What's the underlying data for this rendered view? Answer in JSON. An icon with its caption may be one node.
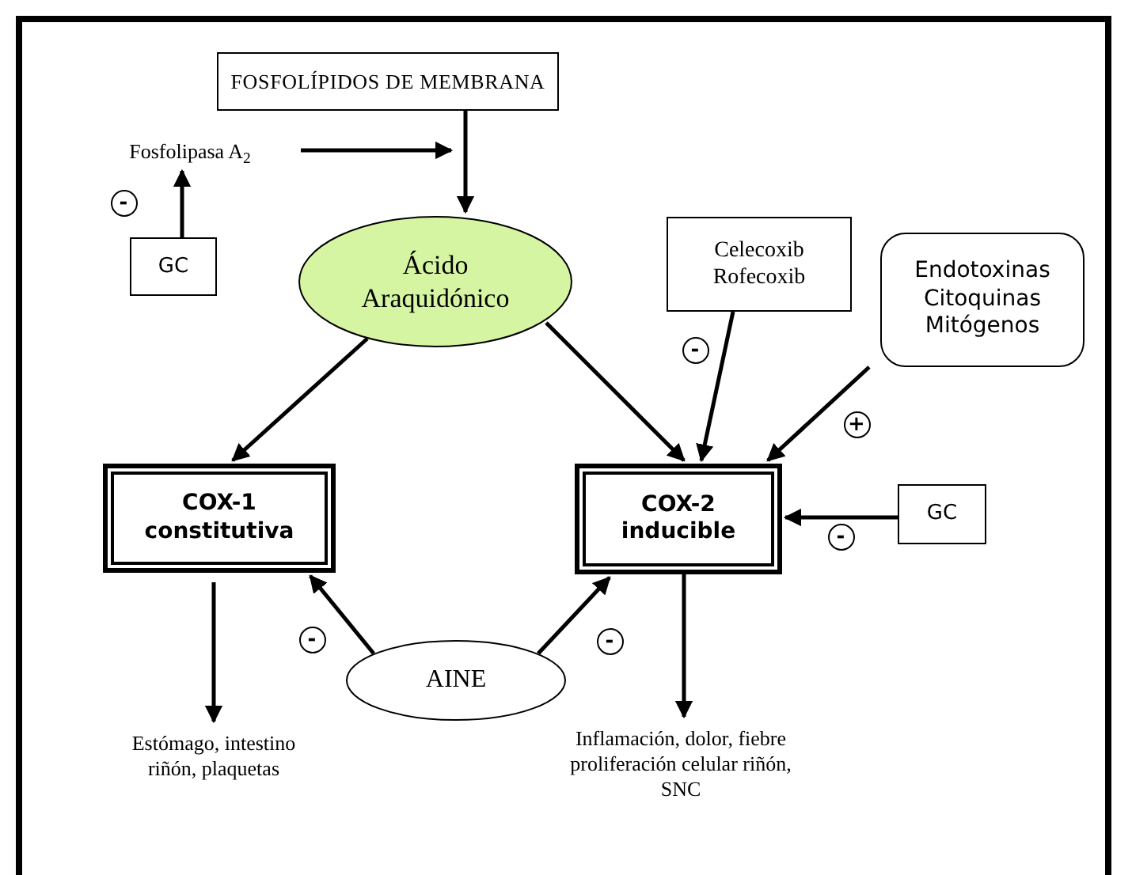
{
  "diagram": {
    "nodes": [
      {
        "text": [
          "FOSFOLÍPIDOS DE MEMBRANA"
        ]
      },
      {
        "text": [
          "Fosfolipasa A$_{2}$"
        ]
      },
      {
        "text": [
          "GC"
        ]
      },
      {
        "text": [
          "Ácido Araquidónico"
        ]
      },
      {
        "text": [
          "Celecoxib Rofecoxib"
        ]
      },
      {
        "text": [
          "Endotoxinas Citoquinas Mitógenos"
        ]
      },
      {
        "text": [
          "COX-1 constitutiva"
        ]
      },
      {
        "text": [
          "COX-2 inducible"
        ]
      },
      {
        "text": [
          "GC"
        ]
      },
      {
        "text": [
          "AINE"
        ]
      },
      {
        "text": [
          "Estómago, intestino riñón, plaquetas"
        ]
      },
      {
        "text": [
          "Inflamación, dolor, fiebre proliferación celular riñón, SNC"
        ]
      }
    ],
    "edges": [
      {
        "from": 0,
        "to": 3,
        "arrow": "to"
      },
      {
        "from": 1,
        "to": 0,
        "arrow": "to"
      },
      {
        "from": 2,
        "to": 1,
        "arrow": "to",
        "label": "-"
      },
      {
        "from": 3,
        "to": 6,
        "arrow": "to"
      },
      {
        "from": 3,
        "to": 7,
        "arrow": "to"
      },
      {
        "from": 4,
        "to": 7,
        "arrow": "to",
        "label": "-"
      },
      {
        "from": 5,
        "to": 7,
        "arrow": "to",
        "label": "+"
      },
      {
        "from": 8,
        "to": 7,
        "arrow": "to",
        "label": "-"
      },
      {
        "from": 9,
        "to": 6,
        "arrow": "to",
        "label": "-"
      },
      {
        "from": 9,
        "to": 7,
        "arrow": "to",
        "label": "-"
      },
      {
        "from": 6,
        "to": 10,
        "arrow": "to"
      },
      {
        "from": 7,
        "to": 11,
        "arrow": "to"
      }
    ]
  }
}
